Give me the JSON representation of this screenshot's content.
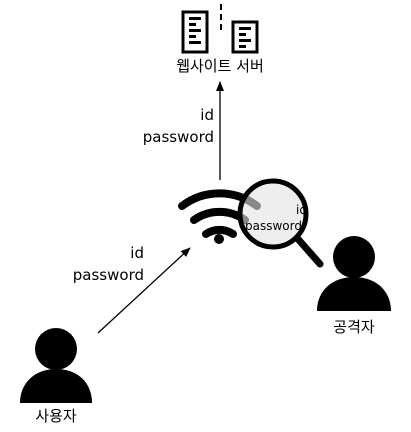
{
  "server": {
    "label": "웹사이트 서버",
    "icon": "server-icon"
  },
  "user": {
    "label": "사용자",
    "icon": "person-icon"
  },
  "attacker": {
    "label": "공격자",
    "icon": "person-icon"
  },
  "wifi": {
    "icon": "wifi-icon"
  },
  "magnifier": {
    "icon": "magnifier-icon",
    "id": "id",
    "password": "password"
  },
  "arrow_to_wifi": {
    "id": "id",
    "password": "password"
  },
  "arrow_to_server": {
    "id": "id",
    "password": "password"
  },
  "colors": {
    "ink": "#000000",
    "lens": "#e2e2e2"
  }
}
